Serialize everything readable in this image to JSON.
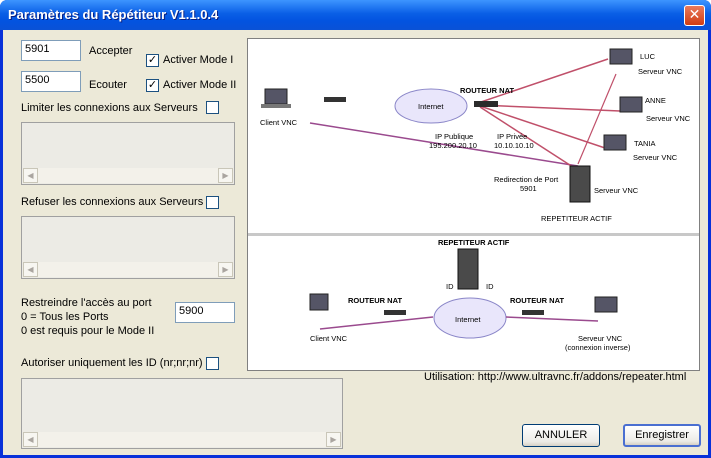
{
  "window": {
    "title": "Paramètres du Répétiteur V1.1.0.4",
    "close_glyph": "✕"
  },
  "accept": {
    "port": "5901",
    "label": "Accepter"
  },
  "listen": {
    "port": "5500",
    "label": "Ecouter"
  },
  "mode1": {
    "label": "Activer Mode I",
    "checked": true
  },
  "mode2": {
    "label": "Activer Mode II",
    "checked": true
  },
  "limit_servers": {
    "label": "Limiter les connexions aux Serveurs",
    "checked": false
  },
  "refuse_servers": {
    "label": "Refuser les connexions aux Serveurs",
    "checked": false
  },
  "restrict_port": {
    "line1": "Restreindre l'accès au port",
    "line2": "0 = Tous les Ports",
    "line3": "0 est requis pour le Mode II",
    "value": "5900"
  },
  "allow_ids": {
    "label": "Autoriser uniquement les ID (nr;nr;nr)",
    "checked": false
  },
  "usage": "Utilisation: http://www.ultravnc.fr/addons/repeater.html",
  "buttons": {
    "cancel": "ANNULER",
    "save": "Enregistrer"
  },
  "check_glyph": "✓",
  "scroll": {
    "left": "◀",
    "right": "▶"
  },
  "diagram": {
    "mode1": {
      "client": "Client VNC",
      "internet": "Internet",
      "router": "ROUTEUR NAT",
      "ip_public": "IP Publique",
      "ip_public_value": "195.200.20.10",
      "ip_private": "IP Privée",
      "ip_private_value": "10.10.10.10",
      "redirect": "Redirection de Port",
      "redirect_value": "5901",
      "repeater": "REPETITEUR ACTIF",
      "server": "Serveur VNC",
      "luc": "LUC",
      "anne": "ANNE",
      "tania": "TANIA"
    },
    "mode2": {
      "repeater": "REPETITEUR ACTIF",
      "id": "ID",
      "router_left": "ROUTEUR NAT",
      "router_right": "ROUTEUR NAT",
      "internet": "Internet",
      "client": "Client VNC",
      "server": "Serveur VNC",
      "server_note": "(connexion inverse)"
    }
  }
}
